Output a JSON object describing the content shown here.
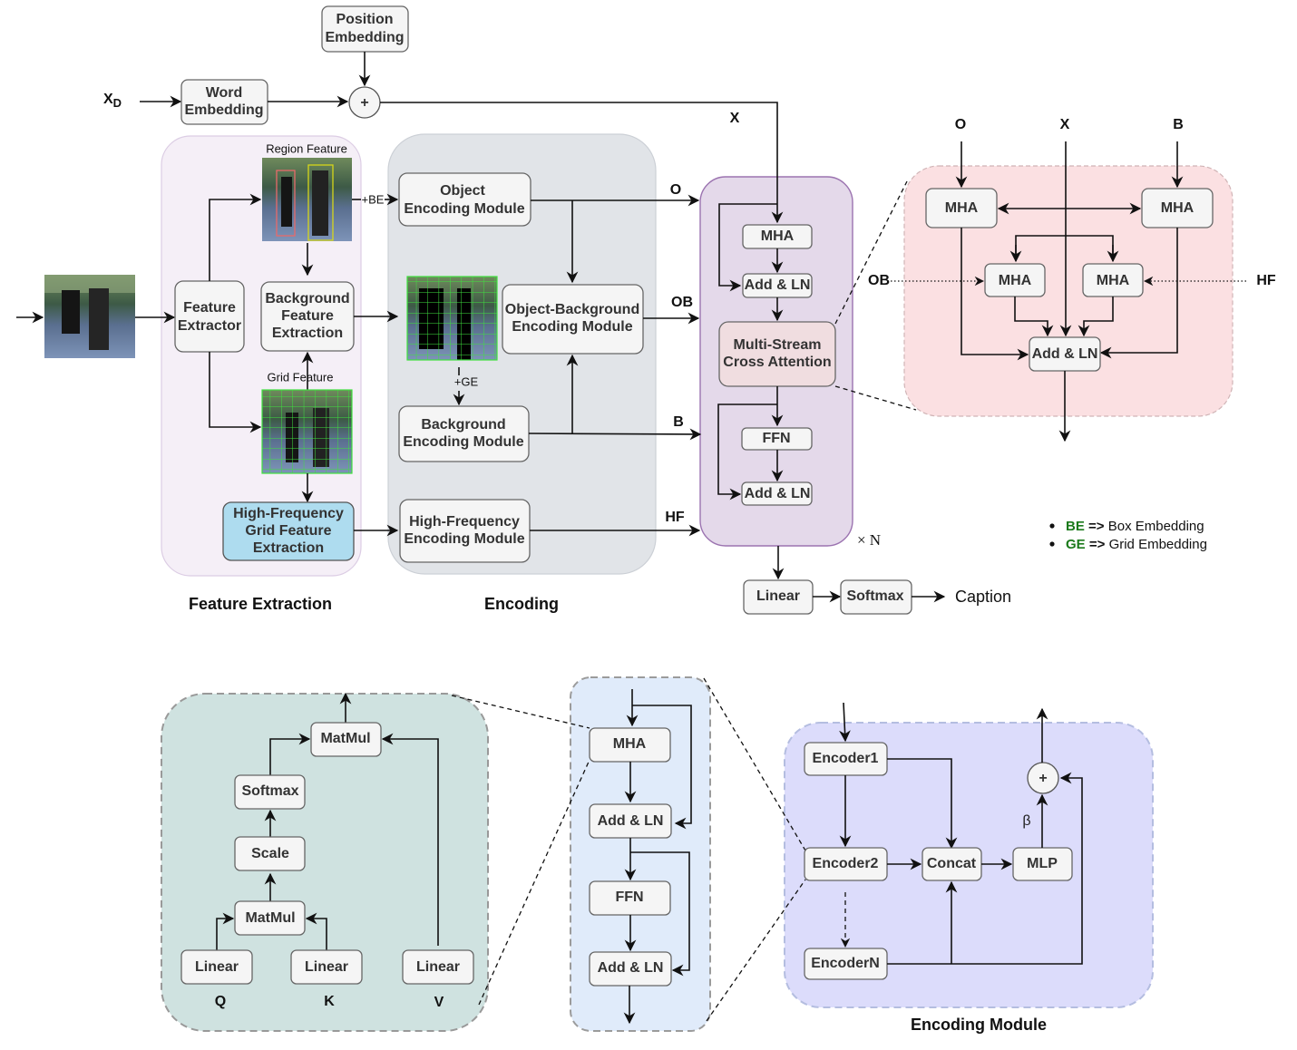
{
  "inputs": {
    "xd": "X",
    "xd_sub": "D",
    "word_embedding": [
      "Word",
      "Embedding"
    ],
    "position_embedding": [
      "Position",
      "Embedding"
    ],
    "sum_symbol": "+"
  },
  "feature_extraction": {
    "title": "Feature Extraction",
    "feature_extractor": [
      "Feature",
      "Extractor"
    ],
    "region_feature_label": "Region Feature",
    "grid_feature_label": "Grid Feature",
    "background_feature_extraction": [
      "Background",
      "Feature",
      "Extraction"
    ],
    "high_frequency_extraction": [
      "High-Frequency",
      "Grid Feature",
      "Extraction"
    ],
    "be_label": "+BE",
    "ge_label": "+GE"
  },
  "encoding": {
    "title": "Encoding",
    "object_module": [
      "Object",
      "Encoding Module"
    ],
    "object_background_module": [
      "Object-Background",
      "Encoding Module"
    ],
    "background_module": [
      "Background",
      "Encoding Module"
    ],
    "high_frequency_module": [
      "High-Frequency",
      "Encoding Module"
    ]
  },
  "streams": {
    "o": "O",
    "ob": "OB",
    "b": "B",
    "hf": "HF",
    "x": "X"
  },
  "decoder": {
    "mha": "MHA",
    "add_ln_1": "Add & LN",
    "cross_attention": [
      "Multi-Stream",
      "Cross Attention"
    ],
    "ffn": "FFN",
    "add_ln_2": "Add & LN",
    "repeat": "× N",
    "linear": "Linear",
    "softmax": "Softmax",
    "output": "Caption"
  },
  "cross_attention_detail": {
    "inputs": [
      "O",
      "X",
      "B"
    ],
    "side_inputs": [
      "OB",
      "HF"
    ],
    "mha_labels": [
      "MHA",
      "MHA",
      "MHA",
      "MHA"
    ],
    "add_ln": "Add & LN"
  },
  "legend": [
    {
      "key": "BE",
      "arrow": "=>",
      "text": "Box Embedding"
    },
    {
      "key": "GE",
      "arrow": "=>",
      "text": "Grid Embedding"
    }
  ],
  "attention_detail": {
    "matmul_top": "MatMul",
    "softmax": "Softmax",
    "scale": "Scale",
    "matmul_bottom": "MatMul",
    "linears": [
      "Linear",
      "Linear",
      "Linear"
    ],
    "qkv": [
      "Q",
      "K",
      "V"
    ]
  },
  "encoder_layer_detail": {
    "mha": "MHA",
    "add_ln_1": "Add & LN",
    "ffn": "FFN",
    "add_ln_2": "Add & LN"
  },
  "encoding_module_detail": {
    "title": "Encoding Module",
    "encoder1": "Encoder1",
    "encoder2": "Encoder2",
    "encoderN": "EncoderN",
    "concat": "Concat",
    "mlp": "MLP",
    "beta": "β",
    "sum_symbol": "+"
  },
  "colors": {
    "feature_panel": "#f5eff7",
    "encoding_panel": "#e1e4e8",
    "decoder_panel": "#e4d9ea",
    "cross_attention_box": "#f0dde0",
    "cross_attention_panel": "#fbe0e2",
    "hf_extraction_box": "#aedcef",
    "attention_panel": "#cfe2e0",
    "encoder_layer_panel": "#e0ebfa",
    "encoding_module_panel": "#dcdcfb",
    "legend_key": "#1b7a1b"
  }
}
